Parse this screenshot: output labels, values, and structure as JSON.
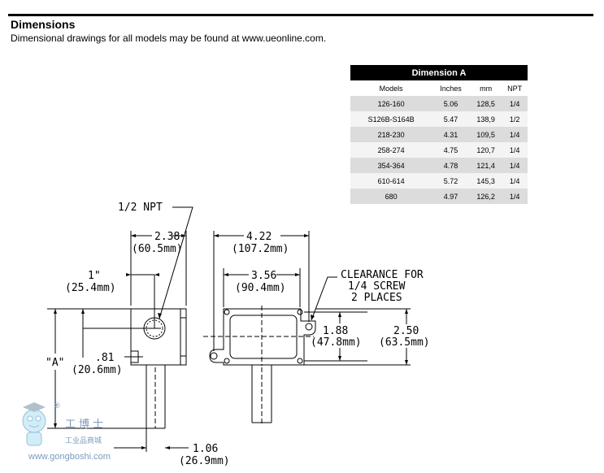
{
  "header": {
    "title": "Dimensions",
    "subtitle": "Dimensional drawings for all models may be found at www.ueonline.com."
  },
  "table": {
    "title": "Dimension A",
    "columns": [
      "Models",
      "Inches",
      "mm",
      "NPT"
    ],
    "rows": [
      [
        "126-160",
        "5.06",
        "128,5",
        "1/4"
      ],
      [
        "S126B-S164B",
        "5.47",
        "138,9",
        "1/2"
      ],
      [
        "218-230",
        "4.31",
        "109,5",
        "1/4"
      ],
      [
        "258-274",
        "4.75",
        "120,7",
        "1/4"
      ],
      [
        "354-364",
        "4.78",
        "121,4",
        "1/4"
      ],
      [
        "610-614",
        "5.72",
        "145,3",
        "1/4"
      ],
      [
        "680",
        "4.97",
        "126,2",
        "1/4"
      ]
    ]
  },
  "drawing": {
    "npt": "1/2 NPT",
    "dim_238_in": "2.38",
    "dim_238_mm": "(60.5mm)",
    "dim_1_in": "1\"",
    "dim_1_mm": "(25.4mm)",
    "dim_a": "\"A\"",
    "dim_081_in": ".81",
    "dim_081_mm": "(20.6mm)",
    "dim_106_in": "1.06",
    "dim_106_mm": "(26.9mm)",
    "dim_422_in": "4.22",
    "dim_422_mm": "(107.2mm)",
    "dim_356_in": "3.56",
    "dim_356_mm": "(90.4mm)",
    "clearance_1": "CLEARANCE FOR",
    "clearance_2": "1/4 SCREW",
    "clearance_3": "2 PLACES",
    "dim_188_in": "1.88",
    "dim_188_mm": "(47.8mm)",
    "dim_250_in": "2.50",
    "dim_250_mm": "(63.5mm)"
  },
  "watermark": {
    "cn_name": "工博士",
    "cn_sub": "工业品商城",
    "url": "www.gongboshi.com",
    "reg": "®"
  }
}
